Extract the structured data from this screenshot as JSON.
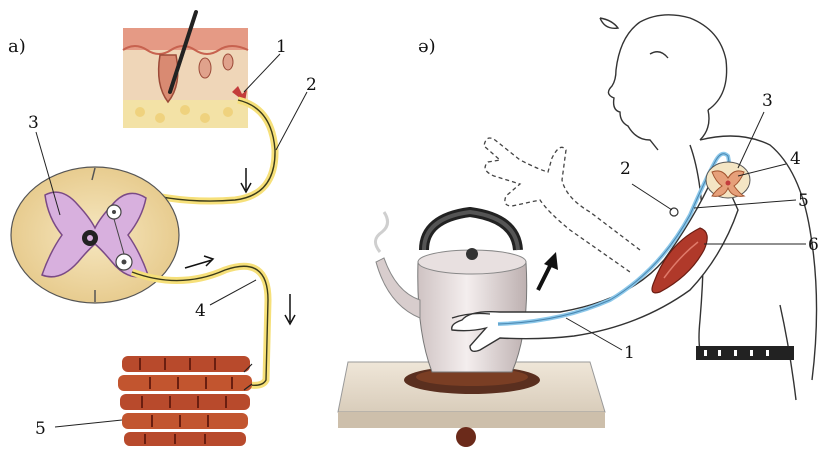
{
  "panel_a": {
    "heading": "а)",
    "labels": {
      "n1": "1",
      "n2": "2",
      "n3": "3",
      "n4": "4",
      "n5": "5"
    }
  },
  "panel_b": {
    "heading": "ә)",
    "labels": {
      "n1": "1",
      "n2": "2",
      "n3": "3",
      "n4": "4",
      "n5": "5",
      "n6": "6"
    }
  }
}
